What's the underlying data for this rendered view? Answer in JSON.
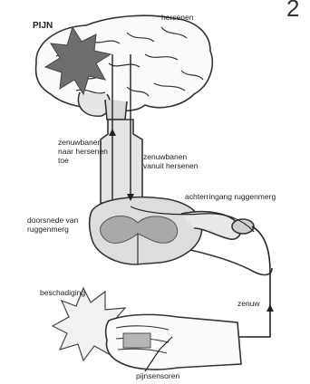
{
  "diagram": {
    "corner_mark": "2",
    "labels": {
      "pain": "PIJN",
      "brain": "hersenen",
      "tracts_to_brain": "zenuwbanen\nnaar hersenen\ntoe",
      "tracts_from_brain": "zenuwbanen\nvanuit hersenen",
      "dorsal_horn": "achterringang  ruggenmerg",
      "cross_section": "doorsnede van\nruggenmerg",
      "damage": "beschadiging",
      "nerve": "zenuw",
      "pain_sensors": "pijnsensoren"
    },
    "colors": {
      "starburst_dark": "#6e6e6e",
      "starburst_light": "#f2f2f2",
      "line": "#333333",
      "fill_grey": "#cfcfcf",
      "matter_grey": "#a9a9a9"
    }
  }
}
